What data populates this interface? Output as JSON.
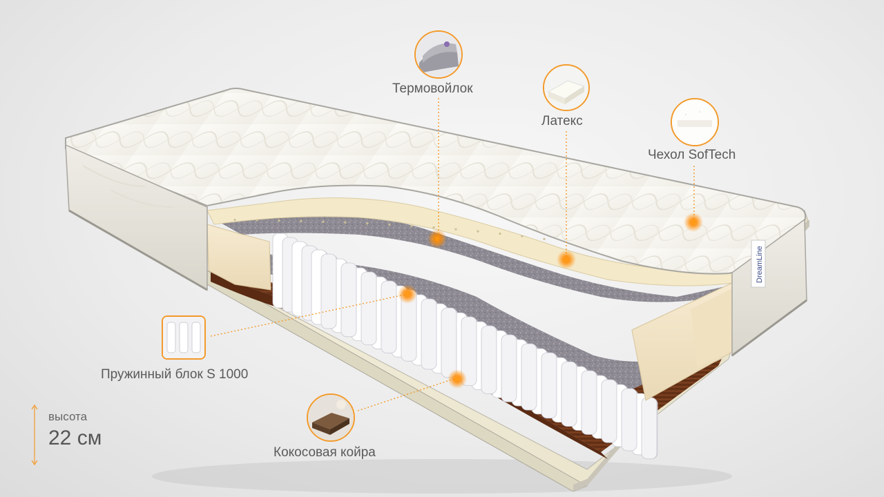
{
  "layers": {
    "felt": {
      "label": "Термовойлок",
      "icon": "felt-sample-icon"
    },
    "latex": {
      "label": "Латекс",
      "icon": "latex-sample-icon"
    },
    "cover": {
      "label": "Чехол SofTech",
      "icon": "cover-fabric-icon"
    },
    "springs": {
      "label": "Пружинный блок S 1000",
      "icon": "spring-block-icon"
    },
    "coir": {
      "label": "Кокосовая койра",
      "icon": "coconut-coir-icon"
    }
  },
  "height": {
    "caption": "высота",
    "value": "22 см"
  },
  "brand": {
    "logo_text": "DreamLine"
  },
  "colors": {
    "accent": "#f39a2a",
    "marker": "#ff8a00",
    "foam": "#f1e3c6",
    "coir": "#6a3418",
    "felt": "#8f8c95",
    "fabric": "#f7f6f0"
  }
}
